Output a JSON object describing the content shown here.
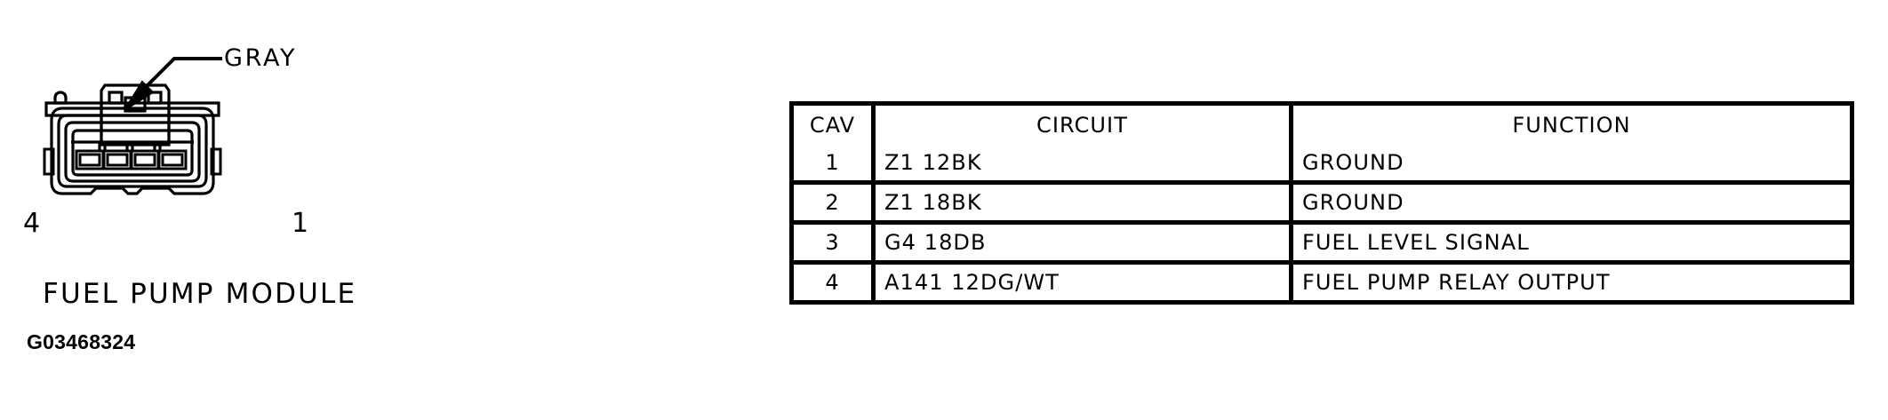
{
  "figure": {
    "wire_color_label": "GRAY",
    "pin_left_number": "4",
    "pin_right_number": "1",
    "connector_name": "FUEL PUMP MODULE",
    "figure_id": "G03468324",
    "cavity_count": 4,
    "line_color": "#000000",
    "background_color": "#ffffff"
  },
  "pin_table": {
    "headers": {
      "cav": "CAV",
      "circuit": "CIRCUIT",
      "function": "FUNCTION"
    },
    "rows": [
      {
        "cav": "1",
        "circuit": "Z1 12BK",
        "function": "GROUND"
      },
      {
        "cav": "2",
        "circuit": "Z1 18BK",
        "function": "GROUND"
      },
      {
        "cav": "3",
        "circuit": "G4 18DB",
        "function": "FUEL LEVEL SIGNAL"
      },
      {
        "cav": "4",
        "circuit": "A141 12DG/WT",
        "function": "FUEL PUMP RELAY OUTPUT"
      }
    ]
  }
}
